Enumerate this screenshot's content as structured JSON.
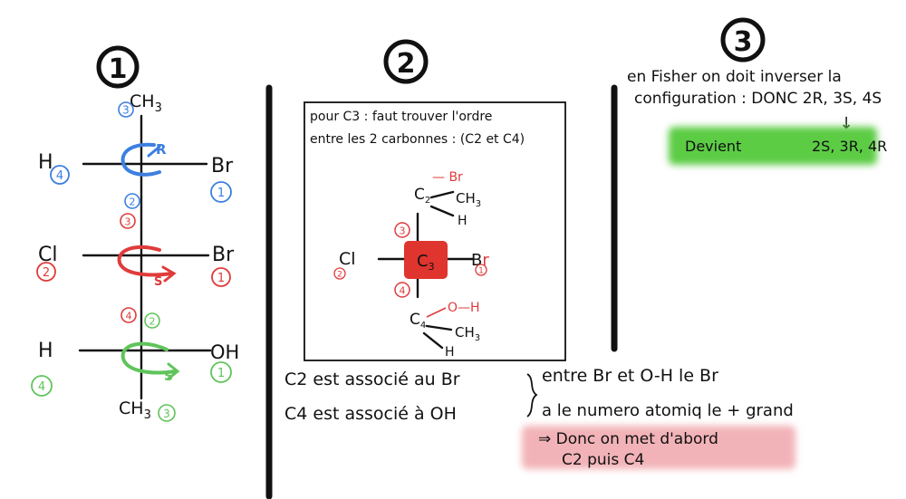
{
  "colors": {
    "blue": "#3c7fe0",
    "red": "#e03b3b",
    "green": "#5fc45a",
    "ink": "#111111",
    "highlight_green": "#5ccc45",
    "highlight_red": "#f2b3b8",
    "box_red": "#e0342e"
  },
  "section1": {
    "number": "1",
    "top_group": "CH",
    "top_group_sub": "3",
    "bottom_group": "CH",
    "bottom_group_sub": "3",
    "rows": [
      {
        "left": "H",
        "right": "Br",
        "left_rank": "4",
        "right_rank": "1",
        "config": "R",
        "color": "blue"
      },
      {
        "left": "Cl",
        "right": "Br",
        "left_rank": "2",
        "right_rank": "1",
        "config": "S",
        "color": "red"
      },
      {
        "left": "H",
        "right": "OH",
        "left_rank": "4",
        "right_rank": "1",
        "config": "S",
        "color": "green"
      }
    ],
    "rank_top": "3",
    "rank_blue_below": "2",
    "rank_red_above": "3",
    "rank_red_below": "4",
    "rank_green_above": "2",
    "rank_bottom": "3"
  },
  "section2": {
    "number": "2",
    "box_line1": "pour C3 : faut trouver l'ordre",
    "box_line2": "entre les 2 carbonnes : (C2 et C4)",
    "c2_label": "C",
    "c2_sub": "2",
    "c2_br": "— Br",
    "c2_ch3": "CH",
    "c2_ch3_sub": "3",
    "c2_h": "H",
    "c3_label": "C",
    "c3_sub": "3",
    "left_atom": "Cl",
    "right_atom": "B",
    "right_atom_r": "r",
    "rank_left": "2",
    "rank_right": "1",
    "rank_up": "3",
    "rank_down": "4",
    "c4_label": "C",
    "c4_sub": "4",
    "c4_oh": "O—H",
    "c4_ch3": "CH",
    "c4_ch3_sub": "3",
    "c4_h": "H",
    "note_line1": "C2 est associé au Br",
    "note_line1_right": "entre Br et O-H le Br",
    "note_line2": "C4 est associé à  OH",
    "note_line2_right": "a le numero atomiq le + grand",
    "conclusion_line1": "⇒ Donc  on met d'abord",
    "conclusion_line2": "C2 puis C4"
  },
  "section3": {
    "number": "3",
    "line1": "en Fisher on doit inverser la",
    "line2": "configuration : DONC 2R, 3S, 4S",
    "arrow": "↓",
    "becomes_label": "Devient",
    "becomes_value": "2S, 3R, 4R"
  }
}
